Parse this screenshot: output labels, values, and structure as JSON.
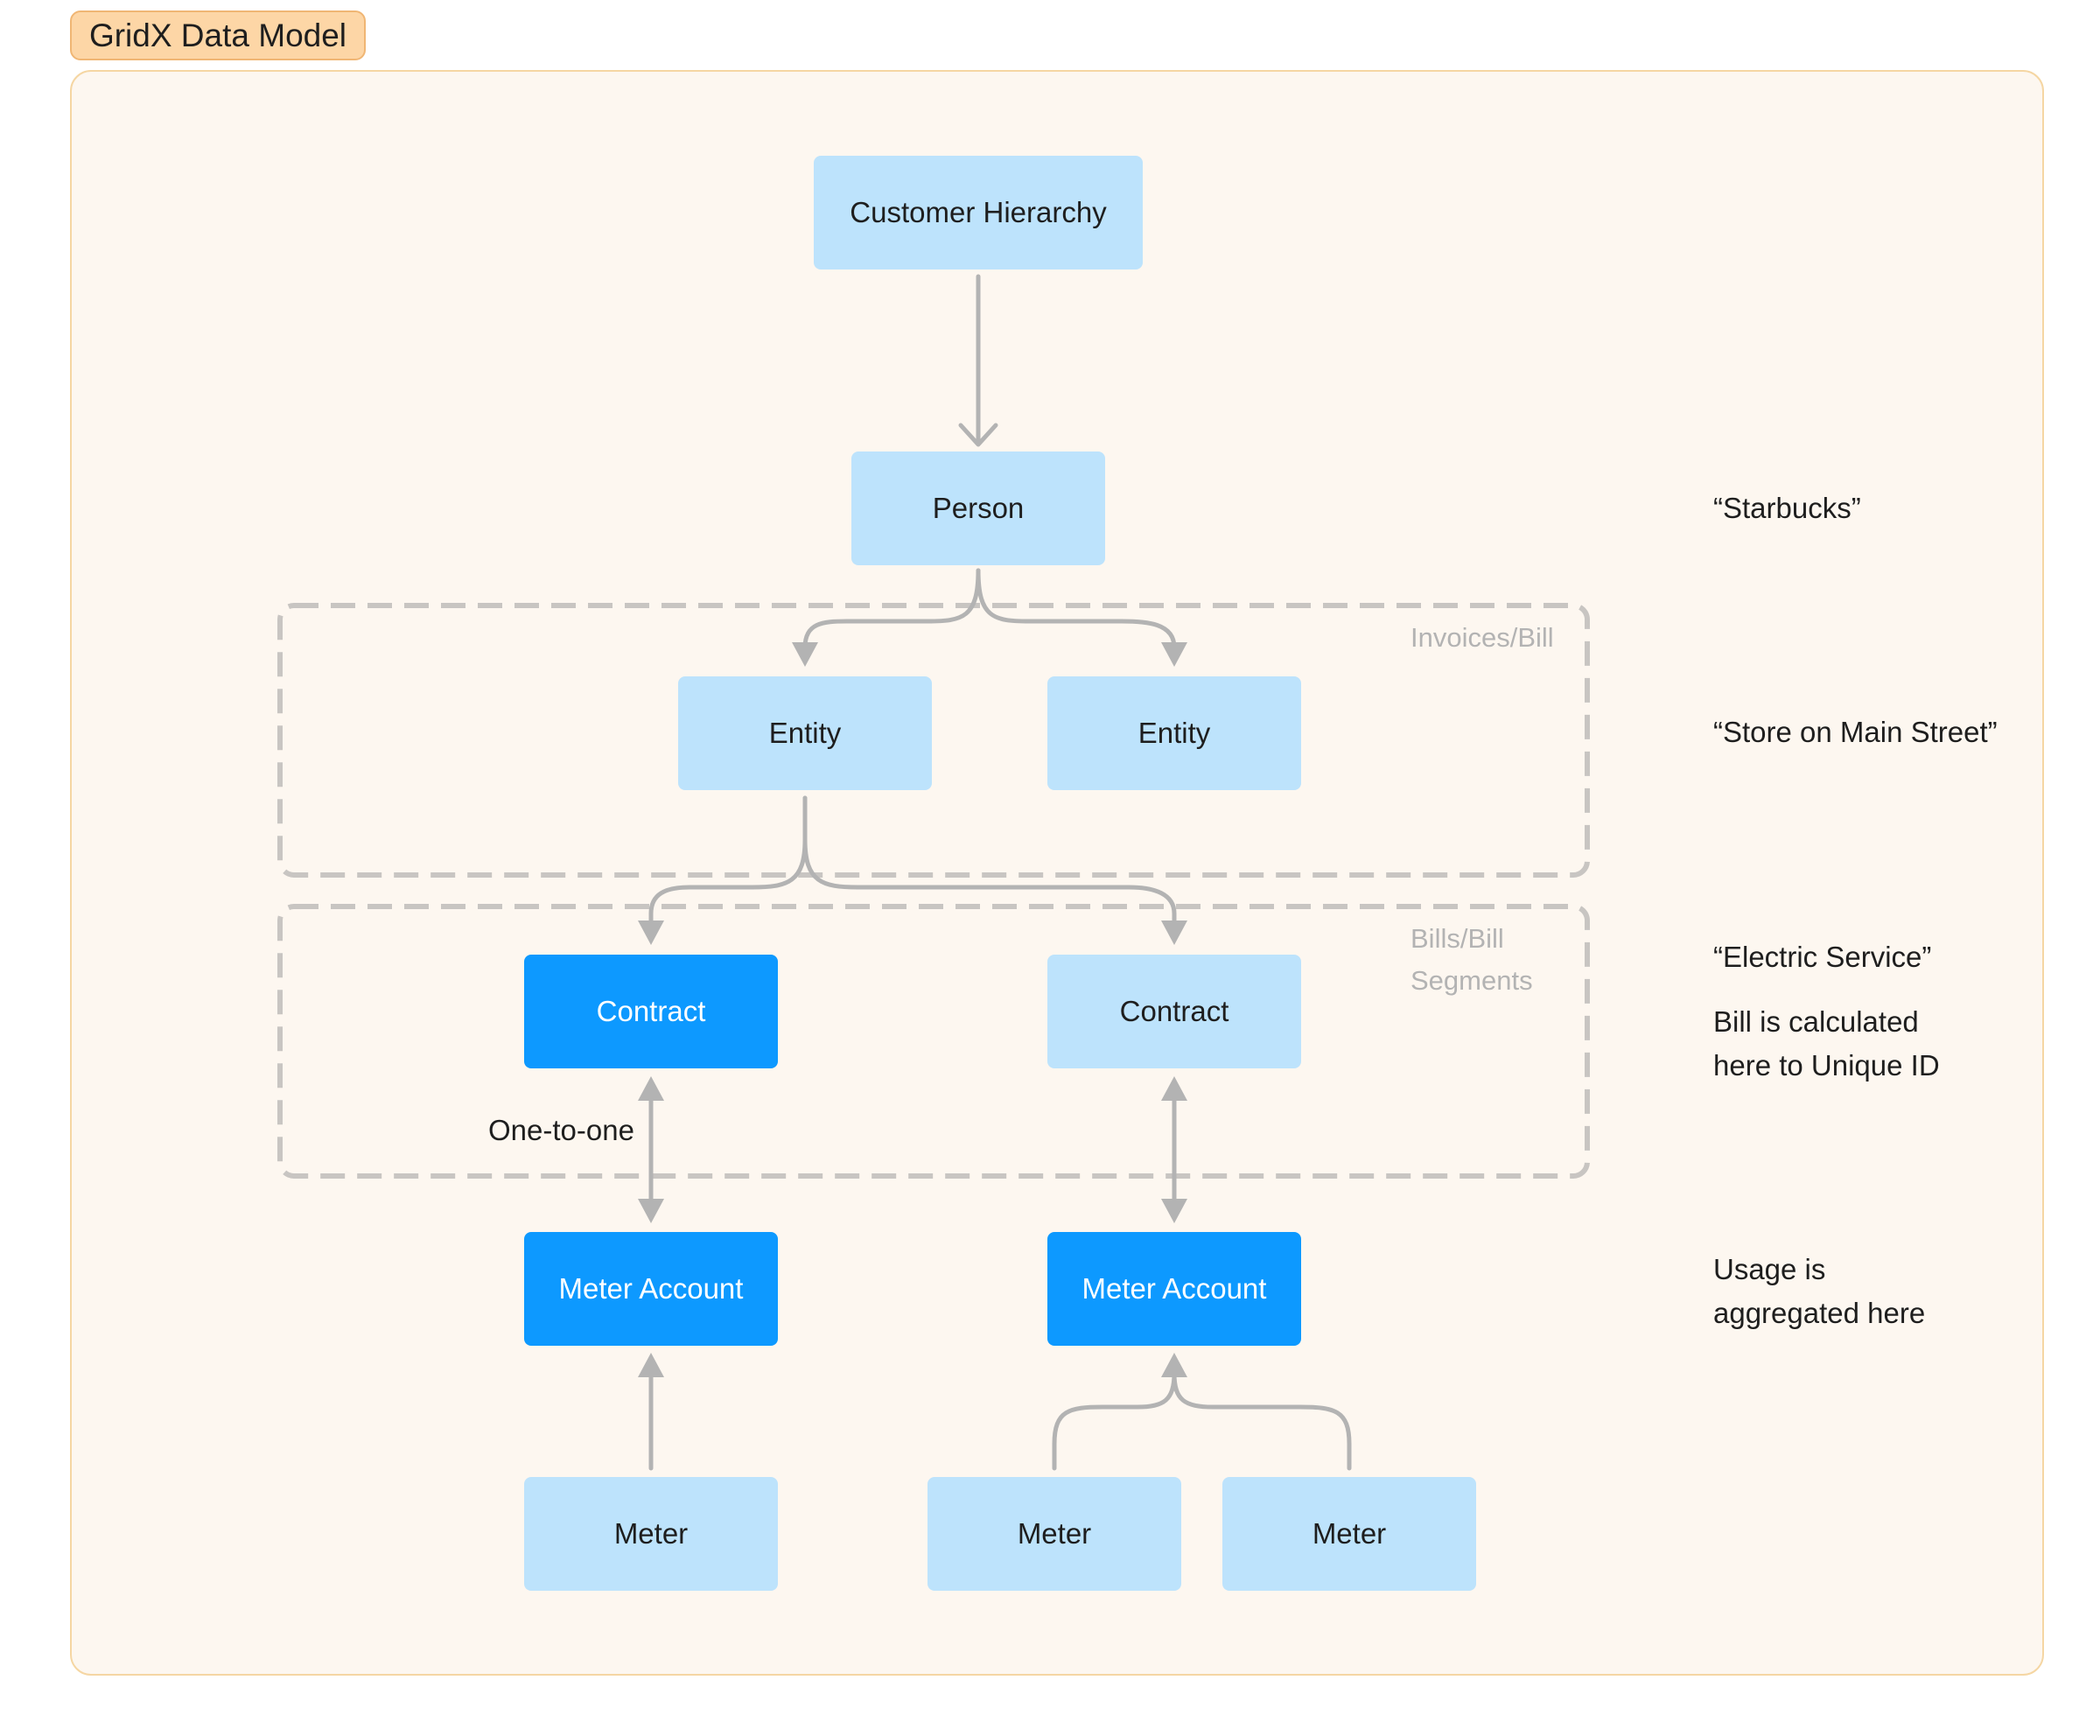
{
  "title": "GridX Data Model",
  "colors": {
    "title_fill": "#fdd6a6",
    "frame_fill": "#fdf7f0",
    "light_node": "#bde3fc",
    "dark_node": "#0d99ff",
    "connector": "#b3b3b3",
    "group_border": "#c8c5c2"
  },
  "nodes": {
    "customer_hierarchy": "Customer Hierarchy",
    "person": "Person",
    "entity_1": "Entity",
    "entity_2": "Entity",
    "contract_1": "Contract",
    "contract_2": "Contract",
    "meter_account_1": "Meter Account",
    "meter_account_2": "Meter Account",
    "meter_1": "Meter",
    "meter_2": "Meter",
    "meter_3": "Meter"
  },
  "groups": {
    "invoices": "Invoices/Bill",
    "bills_line1": "Bills/Bill",
    "bills_line2": "Segments"
  },
  "links": {
    "one_to_one": "One-to-one"
  },
  "notes": {
    "person": "“Starbucks”",
    "entity": "“Store on Main Street”",
    "contract_line1": "“Electric Service”",
    "contract_line2": "Bill is calculated",
    "contract_line3": "here to Unique ID",
    "meter_account_line1": "Usage is",
    "meter_account_line2": "aggregated here"
  }
}
